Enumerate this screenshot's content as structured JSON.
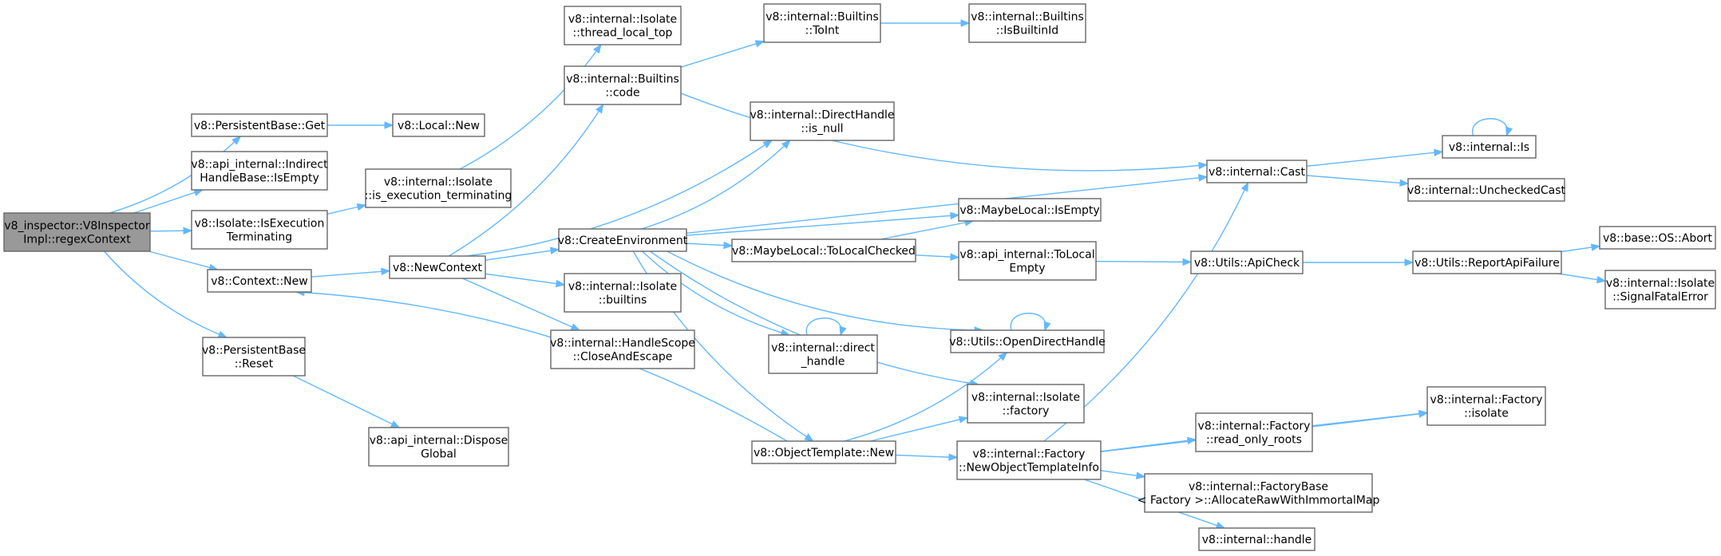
{
  "diagram": {
    "title": "",
    "colors": {
      "edge": "#63b8ff",
      "node_border": "#666666",
      "root_fill": "#999999",
      "node_fill": "#ffffff"
    },
    "nodes": [
      {
        "id": "root",
        "lines": [
          "v8_inspector::V8Inspector",
          "Impl::regexContext"
        ]
      },
      {
        "id": "pb_get",
        "lines": [
          "v8::PersistentBase::Get"
        ]
      },
      {
        "id": "local_new",
        "lines": [
          "v8::Local::New"
        ]
      },
      {
        "id": "ihb_isempty",
        "lines": [
          "v8::api_internal::Indirect",
          "HandleBase::IsEmpty"
        ]
      },
      {
        "id": "iso_isexec",
        "lines": [
          "v8::Isolate::IsExecution",
          "Terminating"
        ]
      },
      {
        "id": "ctx_new",
        "lines": [
          "v8::Context::New"
        ]
      },
      {
        "id": "pb_reset",
        "lines": [
          "v8::PersistentBase",
          "::Reset"
        ]
      },
      {
        "id": "dispose_global",
        "lines": [
          "v8::api_internal::Dispose",
          "Global"
        ]
      },
      {
        "id": "isolate_isexec",
        "lines": [
          "v8::internal::Isolate",
          "::is_execution_terminating"
        ]
      },
      {
        "id": "newcontext",
        "lines": [
          "v8::NewContext"
        ]
      },
      {
        "id": "thread_local_top",
        "lines": [
          "v8::internal::Isolate",
          "::thread_local_top"
        ]
      },
      {
        "id": "builtins_code",
        "lines": [
          "v8::internal::Builtins",
          "::code"
        ]
      },
      {
        "id": "create_env",
        "lines": [
          "v8::CreateEnvironment"
        ]
      },
      {
        "id": "isolate_builtins",
        "lines": [
          "v8::internal::Isolate",
          "::builtins"
        ]
      },
      {
        "id": "hs_close",
        "lines": [
          "v8::internal::HandleScope",
          "::CloseAndEscape"
        ]
      },
      {
        "id": "builtins_toint",
        "lines": [
          "v8::internal::Builtins",
          "::ToInt"
        ]
      },
      {
        "id": "builtins_isid",
        "lines": [
          "v8::internal::Builtins",
          "::IsBuiltinId"
        ]
      },
      {
        "id": "dh_isnull",
        "lines": [
          "v8::internal::DirectHandle",
          "::is_null"
        ]
      },
      {
        "id": "ml_tolocal",
        "lines": [
          "v8::MaybeLocal::ToLocalChecked"
        ]
      },
      {
        "id": "direct_handle",
        "lines": [
          "v8::internal::direct",
          "_handle"
        ]
      },
      {
        "id": "ot_new",
        "lines": [
          "v8::ObjectTemplate::New"
        ]
      },
      {
        "id": "ml_isempty",
        "lines": [
          "v8::MaybeLocal::IsEmpty"
        ]
      },
      {
        "id": "tolocal_empty",
        "lines": [
          "v8::api_internal::ToLocal",
          "Empty"
        ]
      },
      {
        "id": "open_dh",
        "lines": [
          "v8::Utils::OpenDirectHandle"
        ]
      },
      {
        "id": "isolate_factory",
        "lines": [
          "v8::internal::Isolate",
          "::factory"
        ]
      },
      {
        "id": "factory_newoti",
        "lines": [
          "v8::internal::Factory",
          "::NewObjectTemplateInfo"
        ]
      },
      {
        "id": "cast",
        "lines": [
          "v8::internal::Cast"
        ]
      },
      {
        "id": "apicheck",
        "lines": [
          "v8::Utils::ApiCheck"
        ]
      },
      {
        "id": "read_only_roots",
        "lines": [
          "v8::internal::Factory",
          "::read_only_roots"
        ]
      },
      {
        "id": "alloc_raw",
        "lines": [
          "v8::internal::FactoryBase",
          "< Factory >::AllocateRawWithImmortalMap"
        ]
      },
      {
        "id": "handle",
        "lines": [
          "v8::internal::handle"
        ]
      },
      {
        "id": "is",
        "lines": [
          "v8::internal::Is"
        ]
      },
      {
        "id": "unchecked_cast",
        "lines": [
          "v8::internal::UncheckedCast"
        ]
      },
      {
        "id": "report_api_failure",
        "lines": [
          "v8::Utils::ReportApiFailure"
        ]
      },
      {
        "id": "factory_isolate",
        "lines": [
          "v8::internal::Factory",
          "::isolate"
        ]
      },
      {
        "id": "os_abort",
        "lines": [
          "v8::base::OS::Abort"
        ]
      },
      {
        "id": "signal_fatal",
        "lines": [
          "v8::internal::Isolate",
          "::SignalFatalError"
        ]
      }
    ],
    "edges": [
      [
        "root",
        "pb_get"
      ],
      [
        "root",
        "ihb_isempty"
      ],
      [
        "root",
        "iso_isexec"
      ],
      [
        "root",
        "ctx_new"
      ],
      [
        "root",
        "pb_reset"
      ],
      [
        "pb_get",
        "local_new"
      ],
      [
        "iso_isexec",
        "isolate_isexec"
      ],
      [
        "isolate_isexec",
        "thread_local_top"
      ],
      [
        "pb_reset",
        "dispose_global"
      ],
      [
        "ctx_new",
        "newcontext"
      ],
      [
        "newcontext",
        "builtins_code"
      ],
      [
        "newcontext",
        "dh_isnull"
      ],
      [
        "newcontext",
        "create_env"
      ],
      [
        "newcontext",
        "isolate_builtins"
      ],
      [
        "newcontext",
        "hs_close"
      ],
      [
        "builtins_code",
        "builtins_toint"
      ],
      [
        "builtins_code",
        "cast"
      ],
      [
        "builtins_toint",
        "builtins_isid"
      ],
      [
        "create_env",
        "dh_isnull"
      ],
      [
        "create_env",
        "cast"
      ],
      [
        "create_env",
        "ml_isempty"
      ],
      [
        "create_env",
        "ml_tolocal"
      ],
      [
        "create_env",
        "direct_handle"
      ],
      [
        "create_env",
        "open_dh"
      ],
      [
        "create_env",
        "isolate_factory"
      ],
      [
        "create_env",
        "ot_new"
      ],
      [
        "ml_tolocal",
        "ml_isempty"
      ],
      [
        "ml_tolocal",
        "tolocal_empty"
      ],
      [
        "tolocal_empty",
        "apicheck"
      ],
      [
        "direct_handle",
        "direct_handle"
      ],
      [
        "open_dh",
        "open_dh"
      ],
      [
        "ot_new",
        "ctx_new"
      ],
      [
        "ot_new",
        "open_dh"
      ],
      [
        "ot_new",
        "isolate_factory"
      ],
      [
        "ot_new",
        "factory_newoti"
      ],
      [
        "factory_newoti",
        "cast"
      ],
      [
        "factory_newoti",
        "factory_isolate"
      ],
      [
        "factory_newoti",
        "read_only_roots"
      ],
      [
        "factory_newoti",
        "alloc_raw"
      ],
      [
        "factory_newoti",
        "handle"
      ],
      [
        "read_only_roots",
        "factory_isolate"
      ],
      [
        "cast",
        "is"
      ],
      [
        "cast",
        "unchecked_cast"
      ],
      [
        "is",
        "is"
      ],
      [
        "apicheck",
        "report_api_failure"
      ],
      [
        "report_api_failure",
        "os_abort"
      ],
      [
        "report_api_failure",
        "signal_fatal"
      ]
    ]
  }
}
